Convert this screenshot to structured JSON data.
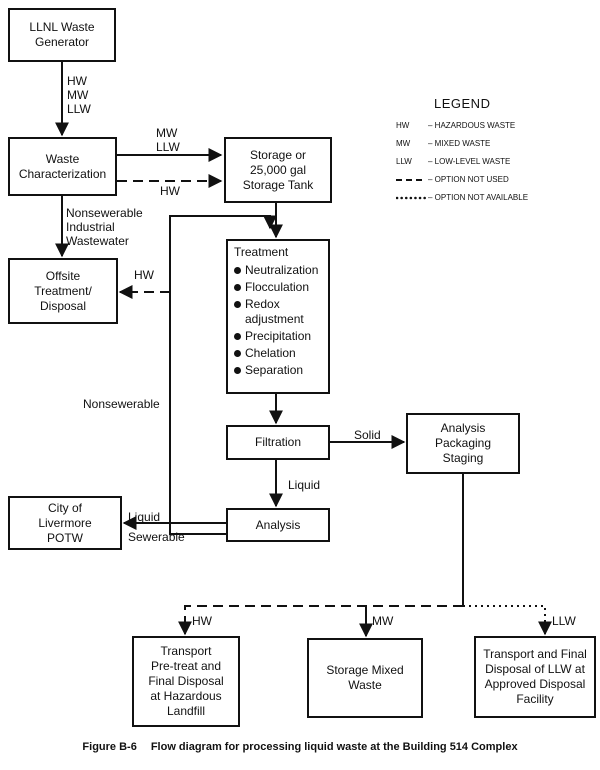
{
  "boxes": {
    "generator": [
      "LLNL Waste",
      "Generator"
    ],
    "characterization": [
      "Waste",
      "Characterization"
    ],
    "storage": [
      "Storage or",
      "25,000 gal",
      "Storage Tank"
    ],
    "offsite": [
      "Offsite",
      "Treatment/",
      "Disposal"
    ],
    "treatment": {
      "title": "Treatment",
      "items": [
        "Neutralization",
        "Flocculation",
        "Redox adjustment",
        "Precipitation",
        "Chelation",
        "Separation"
      ]
    },
    "filtration": "Filtration",
    "analysis_packaging": [
      "Analysis",
      "Packaging",
      "Staging"
    ],
    "city": [
      "City of",
      "Livermore",
      "POTW"
    ],
    "analysis": "Analysis",
    "transport_hazardous": [
      "Transport",
      "Pre-treat and",
      "Final Disposal",
      "at Hazardous",
      "Landfill"
    ],
    "storage_mixed": [
      "Storage Mixed",
      "Waste"
    ],
    "transport_llw": [
      "Transport and Final",
      "Disposal of LLW at",
      "Approved Disposal",
      "Facility"
    ]
  },
  "labels": {
    "gen_to_char": [
      "HW",
      "MW",
      "LLW"
    ],
    "char_to_storage": [
      "MW",
      "LLW"
    ],
    "char_to_storage_dashed": "HW",
    "char_to_offsite": [
      "Nonsewerable",
      "Industrial",
      "Wastewater"
    ],
    "to_offsite_hw": "HW",
    "nonsewerable": "Nonsewerable",
    "solid": "Solid",
    "liquid": "Liquid",
    "liquid_city": "Liquid",
    "sewerable": "Sewerable",
    "branch_hw": "HW",
    "branch_mw": "MW",
    "branch_llw": "LLW"
  },
  "legend": {
    "title": "LEGEND",
    "entries": [
      {
        "abbr": "HW",
        "desc": "– HAZARDOUS WASTE"
      },
      {
        "abbr": "MW",
        "desc": "– MIXED WASTE"
      },
      {
        "abbr": "LLW",
        "desc": "– LOW-LEVEL WASTE"
      },
      {
        "style": "dashed",
        "desc": "– OPTION NOT USED"
      },
      {
        "style": "dotted",
        "desc": "– OPTION NOT AVAILABLE"
      }
    ]
  },
  "caption": {
    "figure": "Figure B-6",
    "text": "Flow diagram for processing liquid waste at the Building 514 Complex"
  }
}
